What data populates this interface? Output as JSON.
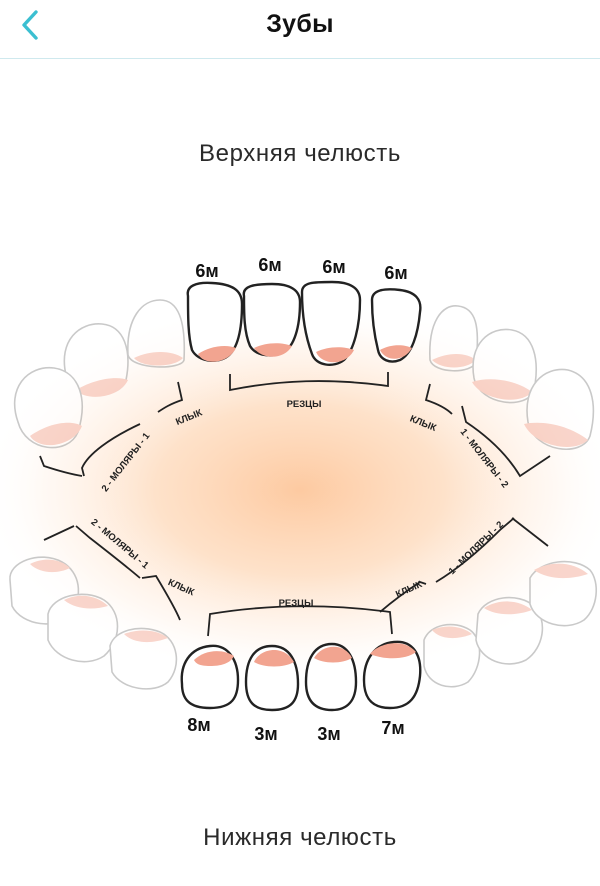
{
  "header": {
    "title": "Зубы",
    "back_icon": "chevron-left-icon"
  },
  "accent_color": "#3bbfd1",
  "upper": {
    "title": "Верхняя челюсть",
    "teeth_labels": [
      "6м",
      "6м",
      "6м",
      "6м"
    ],
    "group_labels": {
      "incisors": "РЕЗЦЫ",
      "canine_left": "КЛЫК",
      "canine_right": "КЛЫК",
      "molars_left": "2 - МОЛЯРЫ - 1",
      "molars_right": "1 - МОЛЯРЫ - 2"
    }
  },
  "lower": {
    "title": "Нижняя челюсть",
    "teeth_labels": [
      "8м",
      "3м",
      "3м",
      "7м"
    ],
    "group_labels": {
      "incisors": "РЕЗЦЫ",
      "canine_left": "КЛЫК",
      "canine_right": "КЛЫК",
      "molars_left": "2 - МОЛЯРЫ - 1",
      "molars_right": "1 - МОЛЯРЫ - 2"
    }
  }
}
